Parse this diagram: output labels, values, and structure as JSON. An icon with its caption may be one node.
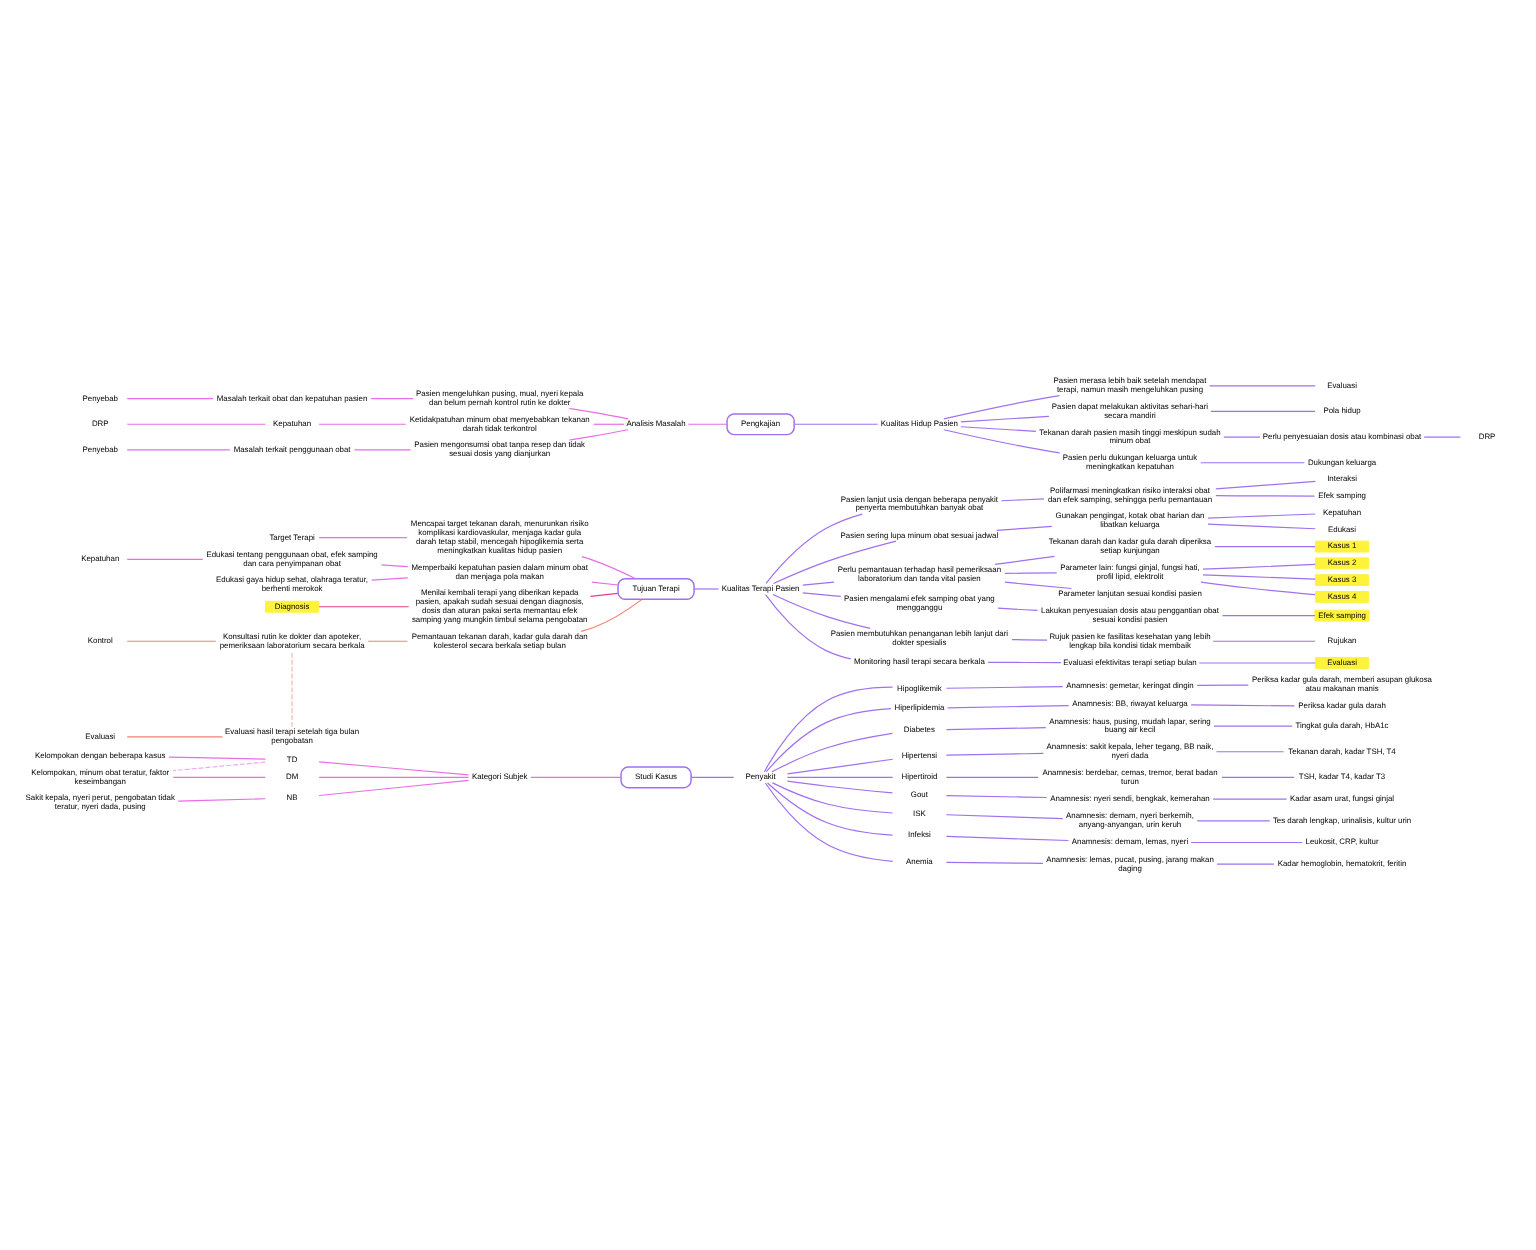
{
  "diagram": {
    "nodes": [
      {
        "text": [
          "Studi Kasus"
        ]
      },
      {
        "text": [
          "Kategori Subjek"
        ]
      },
      {
        "text": [
          "TD"
        ]
      },
      {
        "text": [
          "Kelompokan dengan beberapa kasus"
        ]
      },
      {
        "text": [
          "DM"
        ]
      },
      {
        "text": [
          "Kelompokan, minum obat teratur, faktor keseimbangan"
        ]
      },
      {
        "text": [
          "NB"
        ]
      },
      {
        "text": [
          "Sakit kepala, nyeri perut, pengobatan tidak teratur, nyeri dada, pusing"
        ]
      },
      {
        "text": [
          "Penyakit"
        ]
      },
      {
        "text": [
          "Hipoglikemik"
        ]
      },
      {
        "text": [
          "Anamnesis: gemetar, keringat dingin"
        ]
      },
      {
        "text": [
          "Periksa kadar gula darah, memberi asupan glukosa atau makanan manis"
        ]
      },
      {
        "text": [
          "Hiperlipidemia"
        ]
      },
      {
        "text": [
          "Anamnesis: BB, riwayat keluarga"
        ]
      },
      {
        "text": [
          "Periksa kadar gula darah"
        ]
      },
      {
        "text": [
          "Diabetes"
        ]
      },
      {
        "text": [
          "Anamnesis: haus, pusing, mudah lapar, sering buang air kecil"
        ]
      },
      {
        "text": [
          "Tingkat gula darah, HbA1c"
        ]
      },
      {
        "text": [
          "Hipertensi"
        ]
      },
      {
        "text": [
          "Anamnesis: sakit kepala, leher tegang, BB naik, nyeri dada"
        ]
      },
      {
        "text": [
          "Tekanan darah, kadar TSH, T4"
        ]
      },
      {
        "text": [
          "Hipertiroid"
        ]
      },
      {
        "text": [
          "Anamnesis: berdebar, cemas, tremor, berat badan turun"
        ]
      },
      {
        "text": [
          "TSH, kadar T4, kadar T3"
        ]
      },
      {
        "text": [
          "Gout"
        ]
      },
      {
        "text": [
          "Anamnesis: nyeri sendi, bengkak, kemerahan"
        ]
      },
      {
        "text": [
          "Kadar asam urat, fungsi ginjal"
        ]
      },
      {
        "text": [
          "ISK"
        ]
      },
      {
        "text": [
          "Anamnesis: demam, nyeri berkemih, anyang-anyangan, urin keruh"
        ]
      },
      {
        "text": [
          "Tes darah lengkap, urinalisis, kultur urin"
        ]
      },
      {
        "text": [
          "Infeksi"
        ]
      },
      {
        "text": [
          "Anamnesis: demam, lemas, nyeri"
        ]
      },
      {
        "text": [
          "Leukosit, CRP, kultur"
        ]
      },
      {
        "text": [
          "Anemia"
        ]
      },
      {
        "text": [
          "Anamnesis: lemas, pucat, pusing, jarang makan daging"
        ]
      },
      {
        "text": [
          "Kadar hemoglobin, hematokrit, feritin"
        ]
      },
      {
        "text": [
          "Tujuan Terapi"
        ]
      },
      {
        "text": [
          "Mencapai target tekanan darah, menurunkan risiko komplikasi kardiovaskular, menjaga kadar gula darah tetap stabil, mencegah hipoglikemia serta meningkatkan kualitas hidup pasien"
        ]
      },
      {
        "text": [
          "Target Terapi"
        ]
      },
      {
        "text": [
          "Memperbaiki kepatuhan pasien dalam minum obat dan menjaga pola makan"
        ]
      },
      {
        "text": [
          "Edukasi tentang penggunaan obat, efek samping dan cara penyimpanan obat"
        ]
      },
      {
        "text": [
          "Kepatuhan"
        ]
      },
      {
        "text": [
          "Edukasi gaya hidup sehat, olahraga teratur, berhenti merokok"
        ]
      },
      {
        "text": [
          "Menilai kembali terapi yang diberikan kepada pasien, apakah sudah sesuai dengan diagnosis, dosis dan aturan pakai serta memantau efek samping yang mungkin timbul selama pengobatan"
        ]
      },
      {
        "text": [
          "Diagnosis"
        ]
      },
      {
        "text": [
          "Pemantauan tekanan darah, kadar gula darah dan kolesterol secara berkala setiap bulan"
        ]
      },
      {
        "text": [
          "Konsultasi rutin ke dokter dan apoteker, pemeriksaan laboratorium secara berkala"
        ]
      },
      {
        "text": [
          "Kontrol"
        ]
      },
      {
        "text": [
          "Evaluasi hasil terapi setelah tiga bulan pengobatan"
        ]
      },
      {
        "text": [
          "Evaluasi"
        ]
      },
      {
        "text": [
          "Kualitas Terapi Pasien"
        ]
      },
      {
        "text": [
          "Pasien lanjut usia dengan beberapa penyakit penyerta membutuhkan banyak obat"
        ]
      },
      {
        "text": [
          "Polifarmasi meningkatkan risiko interaksi obat dan efek samping, sehingga perlu pemantauan"
        ]
      },
      {
        "text": [
          "Interaksi"
        ]
      },
      {
        "text": [
          "Efek samping"
        ]
      },
      {
        "text": [
          "Pasien sering lupa minum obat sesuai jadwal"
        ]
      },
      {
        "text": [
          "Gunakan pengingat, kotak obat harian dan libatkan keluarga"
        ]
      },
      {
        "text": [
          "Kepatuhan"
        ]
      },
      {
        "text": [
          "Edukasi"
        ]
      },
      {
        "text": [
          "Perlu pemantauan terhadap hasil pemeriksaan laboratorium dan tanda vital pasien"
        ]
      },
      {
        "text": [
          "Tekanan darah dan kadar gula darah diperiksa setiap kunjungan"
        ]
      },
      {
        "text": [
          "Kasus 1"
        ]
      },
      {
        "text": [
          "Parameter lain: fungsi ginjal, fungsi hati, profil lipid, elektrolit"
        ]
      },
      {
        "text": [
          "Kasus 2"
        ]
      },
      {
        "text": [
          "Kasus 3"
        ]
      },
      {
        "text": [
          "Kasus 4"
        ]
      },
      {
        "text": [
          "Parameter lanjutan sesuai kondisi pasien"
        ]
      },
      {
        "text": [
          "Pasien mengalami efek samping obat yang mengganggu"
        ]
      },
      {
        "text": [
          "Lakukan penyesuaian dosis atau penggantian obat sesuai kondisi pasien"
        ]
      },
      {
        "text": [
          "Efek samping"
        ]
      },
      {
        "text": [
          "Pasien membutuhkan penanganan lebih lanjut dari dokter spesialis"
        ]
      },
      {
        "text": [
          "Rujuk pasien ke fasilitas kesehatan yang lebih lengkap bila kondisi tidak membaik"
        ]
      },
      {
        "text": [
          "Rujukan"
        ]
      },
      {
        "text": [
          "Monitoring hasil terapi secara berkala"
        ]
      },
      {
        "text": [
          "Evaluasi efektivitas terapi setiap bulan"
        ]
      },
      {
        "text": [
          "Evaluasi"
        ]
      },
      {
        "text": [
          "Pengkajian"
        ]
      },
      {
        "text": [
          "Analisis Masalah"
        ]
      },
      {
        "text": [
          "Pasien mengeluhkan pusing, mual, nyeri kepala dan belum pernah kontrol rutin ke dokter"
        ]
      },
      {
        "text": [
          "Masalah terkait obat dan kepatuhan pasien"
        ]
      },
      {
        "text": [
          "Penyebab"
        ]
      },
      {
        "text": [
          "Ketidakpatuhan minum obat menyebabkan tekanan darah tidak terkontrol"
        ]
      },
      {
        "text": [
          "Kepatuhan"
        ]
      },
      {
        "text": [
          "DRP"
        ]
      },
      {
        "text": [
          "Pasien mengonsumsi obat tanpa resep dan tidak sesuai dosis yang dianjurkan"
        ]
      },
      {
        "text": [
          "Masalah terkait penggunaan obat"
        ]
      },
      {
        "text": [
          "Penyebab"
        ]
      },
      {
        "text": [
          "Kualitas Hidup Pasien"
        ]
      },
      {
        "text": [
          "Pasien merasa lebih baik setelah mendapat terapi, namun masih mengeluhkan pusing"
        ]
      },
      {
        "text": [
          "Evaluasi"
        ]
      },
      {
        "text": [
          "Pasien dapat melakukan aktivitas sehari-hari secara mandiri"
        ]
      },
      {
        "text": [
          "Pola hidup"
        ]
      },
      {
        "text": [
          "Tekanan darah pasien masih tinggi meskipun sudah minum obat"
        ]
      },
      {
        "text": [
          "Perlu penyesuaian dosis atau kombinasi obat"
        ]
      },
      {
        "text": [
          "DRP"
        ]
      },
      {
        "text": [
          "Pasien perlu dukungan keluarga untuk meningkatkan kepatuhan"
        ]
      },
      {
        "text": [
          "Dukungan keluarga"
        ]
      }
    ],
    "edges": [
      {
        "from": 0,
        "to": 1,
        "arrow": "none",
        "color": "#e66ee6"
      },
      {
        "from": 1,
        "to": 2,
        "arrow": "none",
        "color": "#e66ee6"
      },
      {
        "from": 2,
        "to": 3,
        "arrow": "none",
        "color": "#e66ee6"
      },
      {
        "from": 1,
        "to": 4,
        "arrow": "none",
        "color": "#e66ee6"
      },
      {
        "from": 4,
        "to": 5,
        "arrow": "none",
        "color": "#e66ee6"
      },
      {
        "from": 5,
        "to": 2,
        "arrow": "none",
        "style": "dashed",
        "color": "#f0a8f0"
      },
      {
        "from": 1,
        "to": 6,
        "arrow": "none",
        "color": "#e66ee6"
      },
      {
        "from": 6,
        "to": 7,
        "arrow": "none",
        "color": "#e66ee6"
      },
      {
        "from": 0,
        "to": 8,
        "arrow": "none"
      },
      {
        "from": 8,
        "to": 9,
        "arrow": "none"
      },
      {
        "from": 9,
        "to": 10,
        "arrow": "none"
      },
      {
        "from": 10,
        "to": 11,
        "arrow": "none"
      },
      {
        "from": 8,
        "to": 12,
        "arrow": "none"
      },
      {
        "from": 12,
        "to": 13,
        "arrow": "none"
      },
      {
        "from": 13,
        "to": 14,
        "arrow": "none"
      },
      {
        "from": 8,
        "to": 15,
        "arrow": "none"
      },
      {
        "from": 15,
        "to": 16,
        "arrow": "none"
      },
      {
        "from": 16,
        "to": 17,
        "arrow": "none"
      },
      {
        "from": 8,
        "to": 18,
        "arrow": "none"
      },
      {
        "from": 18,
        "to": 19,
        "arrow": "none"
      },
      {
        "from": 19,
        "to": 20,
        "arrow": "none"
      },
      {
        "from": 8,
        "to": 21,
        "arrow": "none"
      },
      {
        "from": 21,
        "to": 22,
        "arrow": "none"
      },
      {
        "from": 22,
        "to": 23,
        "arrow": "none"
      },
      {
        "from": 8,
        "to": 24,
        "arrow": "none"
      },
      {
        "from": 24,
        "to": 25,
        "arrow": "none"
      },
      {
        "from": 25,
        "to": 26,
        "arrow": "none"
      },
      {
        "from": 8,
        "to": 27,
        "arrow": "none"
      },
      {
        "from": 27,
        "to": 28,
        "arrow": "none"
      },
      {
        "from": 28,
        "to": 29,
        "arrow": "none"
      },
      {
        "from": 8,
        "to": 30,
        "arrow": "none"
      },
      {
        "from": 30,
        "to": 31,
        "arrow": "none"
      },
      {
        "from": 31,
        "to": 32,
        "arrow": "none"
      },
      {
        "from": 8,
        "to": 33,
        "arrow": "none"
      },
      {
        "from": 33,
        "to": 34,
        "arrow": "none"
      },
      {
        "from": 34,
        "to": 35,
        "arrow": "none"
      },
      {
        "from": 36,
        "to": 37,
        "arrow": "none",
        "color": "#e66ee6"
      },
      {
        "from": 37,
        "to": 38,
        "arrow": "none",
        "color": "#e66ee6"
      },
      {
        "from": 36,
        "to": 39,
        "arrow": "none",
        "color": "#e66ee6"
      },
      {
        "from": 39,
        "to": 40,
        "arrow": "none",
        "color": "#e66ee6"
      },
      {
        "from": 40,
        "to": 41,
        "arrow": "none",
        "color": "#e66ee6"
      },
      {
        "from": 39,
        "to": 42,
        "arrow": "none",
        "color": "#e66ee6"
      },
      {
        "from": 36,
        "to": 43,
        "arrow": "none",
        "color": "#e83c8c"
      },
      {
        "from": 43,
        "to": 44,
        "arrow": "none",
        "color": "#e83c8c"
      },
      {
        "from": 36,
        "to": 45,
        "arrow": "none",
        "color": "#f08070"
      },
      {
        "from": 45,
        "to": 46,
        "arrow": "none",
        "color": "#f08070"
      },
      {
        "from": 46,
        "to": 47,
        "arrow": "none",
        "color": "#f08070"
      },
      {
        "from": 46,
        "to": 48,
        "arrow": "none",
        "style": "dashed",
        "color": "#f4b8a8"
      },
      {
        "from": 48,
        "to": 49,
        "arrow": "none",
        "color": "#f08070"
      },
      {
        "from": 36,
        "to": 50,
        "arrow": "none"
      },
      {
        "from": 50,
        "to": 51,
        "arrow": "none"
      },
      {
        "from": 51,
        "to": 52,
        "arrow": "none"
      },
      {
        "from": 52,
        "to": 53,
        "arrow": "none"
      },
      {
        "from": 52,
        "to": 54,
        "arrow": "none"
      },
      {
        "from": 50,
        "to": 55,
        "arrow": "none"
      },
      {
        "from": 55,
        "to": 56,
        "arrow": "none"
      },
      {
        "from": 56,
        "to": 57,
        "arrow": "none"
      },
      {
        "from": 56,
        "to": 58,
        "arrow": "none"
      },
      {
        "from": 50,
        "to": 59,
        "arrow": "none"
      },
      {
        "from": 59,
        "to": 60,
        "arrow": "none"
      },
      {
        "from": 60,
        "to": 61,
        "arrow": "none"
      },
      {
        "from": 59,
        "to": 62,
        "arrow": "none"
      },
      {
        "from": 62,
        "to": 63,
        "arrow": "none"
      },
      {
        "from": 62,
        "to": 64,
        "arrow": "none"
      },
      {
        "from": 62,
        "to": 65,
        "arrow": "none"
      },
      {
        "from": 59,
        "to": 66,
        "arrow": "none"
      },
      {
        "from": 50,
        "to": 67,
        "arrow": "none"
      },
      {
        "from": 67,
        "to": 68,
        "arrow": "none"
      },
      {
        "from": 68,
        "to": 69,
        "arrow": "none"
      },
      {
        "from": 50,
        "to": 70,
        "arrow": "none"
      },
      {
        "from": 70,
        "to": 71,
        "arrow": "none"
      },
      {
        "from": 71,
        "to": 72,
        "arrow": "none"
      },
      {
        "from": 50,
        "to": 73,
        "arrow": "none"
      },
      {
        "from": 73,
        "to": 74,
        "arrow": "none"
      },
      {
        "from": 74,
        "to": 75,
        "arrow": "none"
      },
      {
        "from": 76,
        "to": 77,
        "arrow": "none",
        "color": "#e66ee6"
      },
      {
        "from": 77,
        "to": 78,
        "arrow": "none",
        "color": "#e66ee6"
      },
      {
        "from": 78,
        "to": 79,
        "arrow": "none",
        "color": "#e66ee6"
      },
      {
        "from": 79,
        "to": 80,
        "arrow": "none",
        "color": "#e66ee6"
      },
      {
        "from": 77,
        "to": 81,
        "arrow": "none",
        "color": "#e66ee6"
      },
      {
        "from": 81,
        "to": 82,
        "arrow": "none",
        "color": "#e66ee6"
      },
      {
        "from": 82,
        "to": 83,
        "arrow": "none",
        "color": "#e66ee6"
      },
      {
        "from": 77,
        "to": 84,
        "arrow": "none",
        "color": "#e66ee6"
      },
      {
        "from": 84,
        "to": 85,
        "arrow": "none",
        "color": "#e66ee6"
      },
      {
        "from": 85,
        "to": 86,
        "arrow": "none",
        "color": "#e66ee6"
      },
      {
        "from": 76,
        "to": 87,
        "arrow": "none"
      },
      {
        "from": 87,
        "to": 88,
        "arrow": "none"
      },
      {
        "from": 88,
        "to": 89,
        "arrow": "none"
      },
      {
        "from": 87,
        "to": 90,
        "arrow": "none"
      },
      {
        "from": 90,
        "to": 91,
        "arrow": "none"
      },
      {
        "from": 87,
        "to": 92,
        "arrow": "none"
      },
      {
        "from": 92,
        "to": 93,
        "arrow": "none"
      },
      {
        "from": 93,
        "to": 94,
        "arrow": "none"
      },
      {
        "from": 87,
        "to": 95,
        "arrow": "none"
      },
      {
        "from": 95,
        "to": 96,
        "arrow": "none"
      }
    ]
  }
}
